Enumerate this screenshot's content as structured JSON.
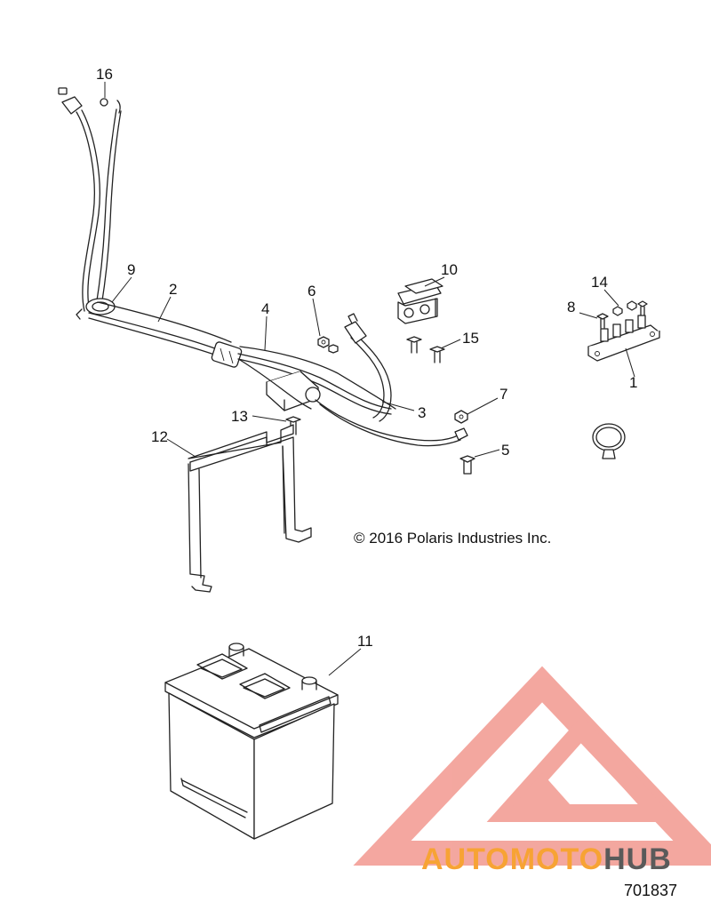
{
  "callouts": {
    "c1": "1",
    "c2": "2",
    "c3": "3",
    "c4": "4",
    "c5": "5",
    "c6": "6",
    "c7": "7",
    "c8": "8",
    "c9": "9",
    "c10": "10",
    "c11": "11",
    "c12": "12",
    "c13": "13",
    "c14": "14",
    "c15": "15",
    "c16": "16"
  },
  "copyright": "© 2016 Polaris Industries Inc.",
  "figure_number": "701837",
  "watermark": {
    "part1": "AUTO",
    "part2": "MOTO",
    "part3": "HUB",
    "color_orange": "#f7a334",
    "color_grey": "#5a5a5a",
    "color_logo": "#f08a80"
  }
}
